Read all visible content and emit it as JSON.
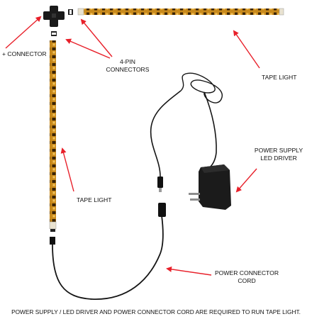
{
  "labels": {
    "plus_connector": "+ CONNECTOR",
    "four_pin_line1": "4-PIN",
    "four_pin_line2": "CONNECTORS",
    "tape_light_top": "TAPE LIGHT",
    "tape_light_side": "TAPE LIGHT",
    "power_supply_line1": "POWER SUPPLY",
    "power_supply_line2": "LED DRIVER",
    "power_cord_line1": "POWER CONNECTOR",
    "power_cord_line2": "CORD"
  },
  "caption": "POWER SUPPLY / LED DRIVER AND POWER CONNECTOR CORD ARE REQUIRED TO RUN TAPE LIGHT.",
  "colors": {
    "arrow": "#e8202a",
    "tape_base": "#c98a1c",
    "tape_dark": "#3b2406",
    "cable": "#151515",
    "background": "#ffffff"
  },
  "icons": {
    "plus_connector": "plus-connector-icon",
    "four_pin_connector": "four-pin-connector-icon",
    "tape_light": "led-tape-light-icon",
    "power_supply": "power-adapter-icon",
    "power_cord": "power-cord-icon"
  }
}
